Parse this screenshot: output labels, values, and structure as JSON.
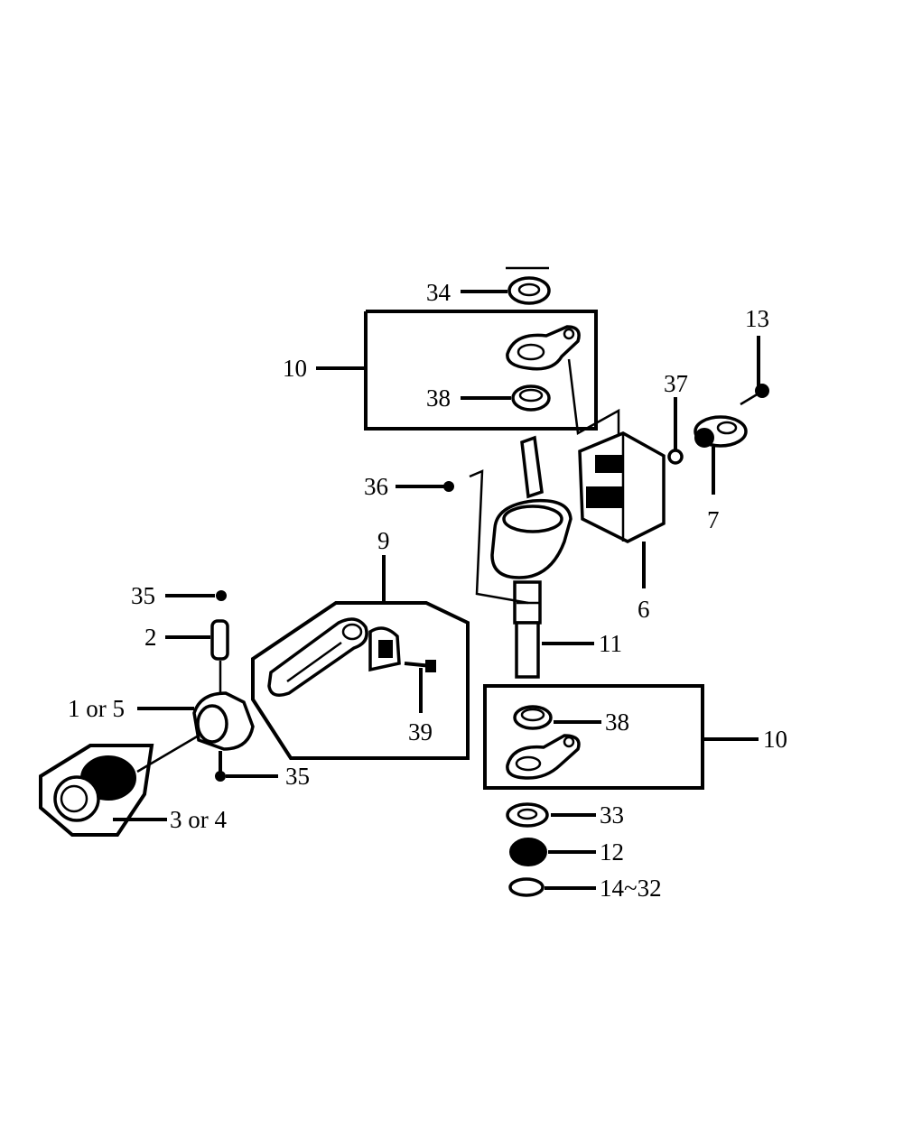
{
  "labels": {
    "p34": "34",
    "p10_top": "10",
    "p38_top": "38",
    "p13": "13",
    "p37": "37",
    "p36": "36",
    "p7": "7",
    "p9": "9",
    "p6": "6",
    "p35_top": "35",
    "p11": "11",
    "p2": "2",
    "p1or5": "1 or 5",
    "p38_bottom": "38",
    "p10_bottom": "10",
    "p39": "39",
    "p35_bottom": "35",
    "p33": "33",
    "p3or4": "3 or 4",
    "p12": "12",
    "p14to32": "14~32"
  }
}
